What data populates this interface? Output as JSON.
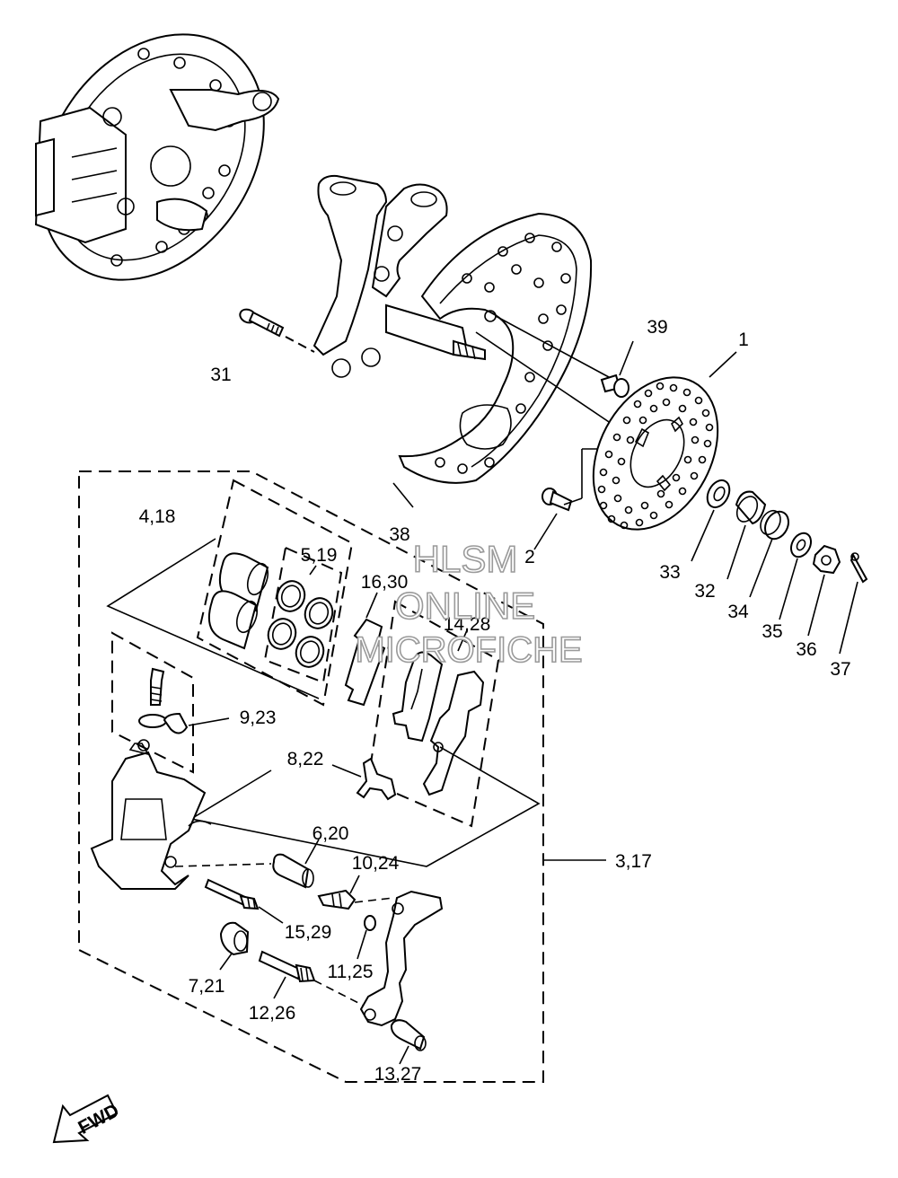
{
  "watermark": [
    "HLSM",
    "ONLINE",
    "MICROFICHE"
  ],
  "fwd_label": "FWD",
  "callouts": [
    "1",
    "2",
    "3,17",
    "4,18",
    "5,19",
    "6,20",
    "7,21",
    "8,22",
    "9,23",
    "10,24",
    "11,25",
    "12,26",
    "13,27",
    "14,28",
    "15,29",
    "16,30",
    "31",
    "32",
    "33",
    "34",
    "35",
    "36",
    "37",
    "38",
    "39"
  ]
}
